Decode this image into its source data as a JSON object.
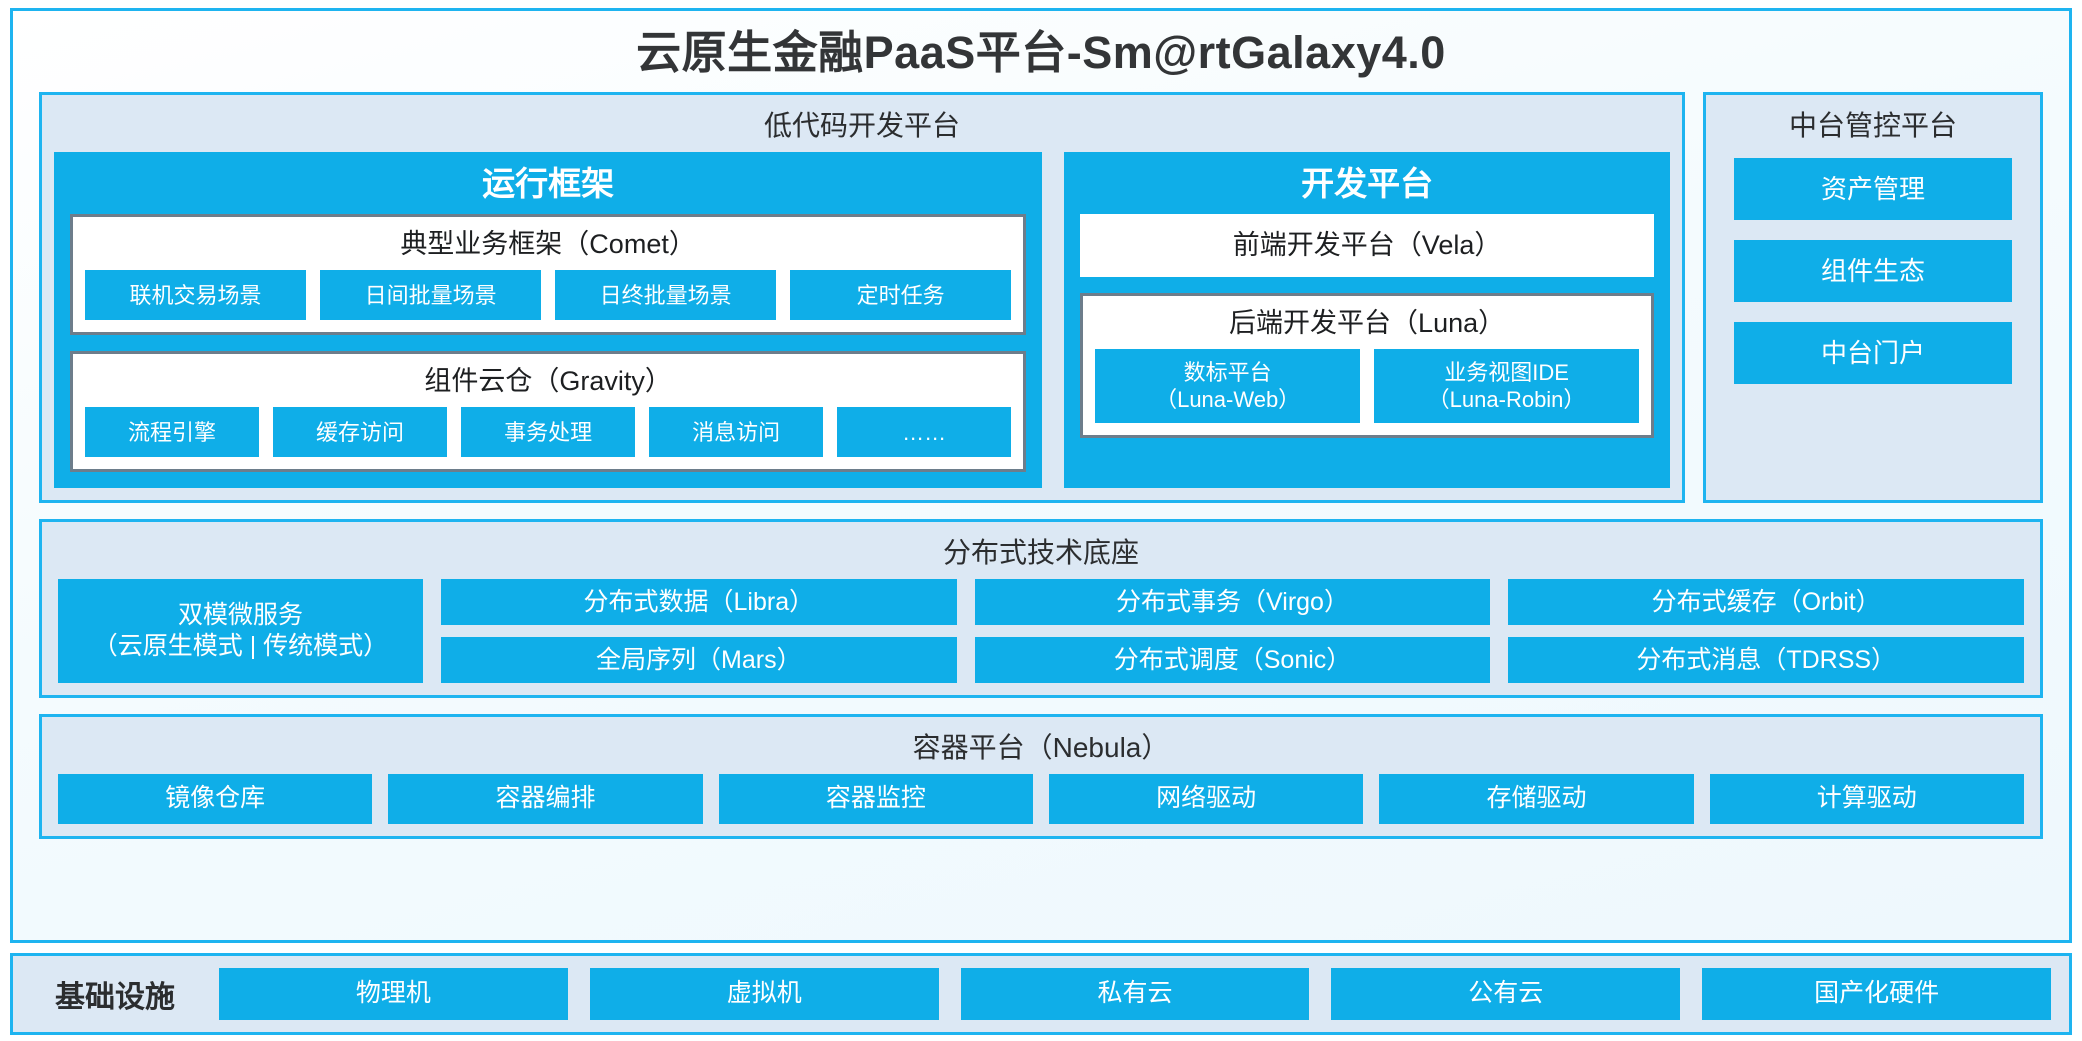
{
  "app": {
    "title": "云原生金融PaaS平台-Sm@rtGalaxy4.0"
  },
  "lowcode": {
    "title": "低代码开发平台",
    "runtime": {
      "title": "运行框架",
      "comet": {
        "title": "典型业务框架（Comet）",
        "items": [
          "联机交易场景",
          "日间批量场景",
          "日终批量场景",
          "定时任务"
        ]
      },
      "gravity": {
        "title": "组件云仓（Gravity）",
        "items": [
          "流程引擎",
          "缓存访问",
          "事务处理",
          "消息访问",
          "……"
        ]
      }
    },
    "devplatform": {
      "title": "开发平台",
      "frontend": {
        "title": "前端开发平台（Vela）"
      },
      "backend": {
        "title": "后端开发平台（Luna）",
        "items": [
          {
            "name": "数标平台",
            "code": "（Luna-Web）"
          },
          {
            "name": "业务视图IDE",
            "code": "（Luna-Robin）"
          }
        ]
      }
    }
  },
  "control": {
    "title": "中台管控平台",
    "items": [
      "资产管理",
      "组件生态",
      "中台门户"
    ]
  },
  "tech": {
    "title": "分布式技术底座",
    "wide": {
      "line1": "双模微服务",
      "line2": "（云原生模式 | 传统模式）"
    },
    "columns": [
      [
        "分布式数据（Libra）",
        "全局序列（Mars）"
      ],
      [
        "分布式事务（Virgo）",
        "分布式调度（Sonic）"
      ],
      [
        "分布式缓存（Orbit）",
        "分布式消息（TDRSS）"
      ]
    ]
  },
  "container": {
    "title": "容器平台（Nebula）",
    "items": [
      "镜像仓库",
      "容器编排",
      "容器监控",
      "网络驱动",
      "存储驱动",
      "计算驱动"
    ]
  },
  "infrastructure": {
    "label": "基础设施",
    "items": [
      "物理机",
      "虚拟机",
      "私有云",
      "公有云",
      "国产化硬件"
    ]
  },
  "colors": {
    "accent": "#0FAEE8",
    "border": "#1EB4F0",
    "panel_bg": "#DCE8F4",
    "box_border": "#6D7D8B",
    "text": "#2b2d2f"
  }
}
